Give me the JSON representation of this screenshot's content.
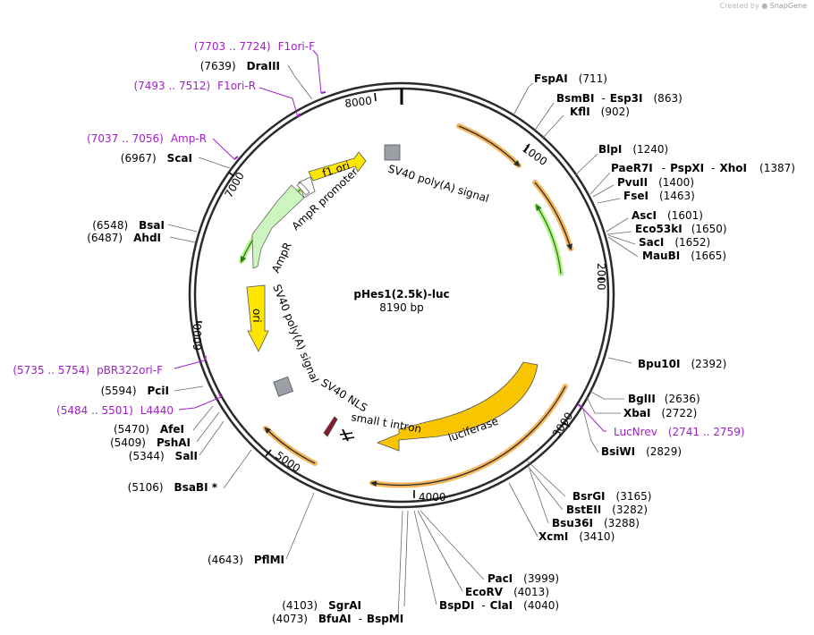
{
  "watermark": {
    "prefix": "Created by",
    "brand": "SnapGene"
  },
  "plasmid": {
    "name": "pHes1(2.5k)-luc",
    "size_label": "8190 bp"
  },
  "scale": [
    {
      "text": "1000"
    },
    {
      "text": "2000"
    },
    {
      "text": "3000"
    },
    {
      "text": "4000"
    },
    {
      "text": "5000"
    },
    {
      "text": "6000"
    },
    {
      "text": "7000"
    },
    {
      "text": "8000"
    }
  ],
  "features": [
    {
      "text": "f1 ori"
    },
    {
      "text": "AmpR promoter"
    },
    {
      "text": "AmpR"
    },
    {
      "text": "ori"
    },
    {
      "text": "SV40 poly(A) signal"
    },
    {
      "text": "SV40 poly(A) signal"
    },
    {
      "text": "SV40 NLS"
    },
    {
      "text": "small t intron"
    },
    {
      "text": "luciferase"
    }
  ],
  "site_labels": [
    {
      "name": "FspAI",
      "pos": "(711)"
    },
    {
      "name": "BsmBI",
      "sep": "-",
      "name2": "Esp3I",
      "pos": "(863)"
    },
    {
      "name": "KflI",
      "pos": "(902)"
    },
    {
      "name": "BlpI",
      "pos": "(1240)"
    },
    {
      "name": "PaeR7I",
      "sep": "-",
      "name2": "PspXI",
      "sep2": "-",
      "name3": "XhoI",
      "pos": "(1387)"
    },
    {
      "name": "PvuII",
      "pos": "(1400)"
    },
    {
      "name": "FseI",
      "pos": "(1463)"
    },
    {
      "name": "AscI",
      "pos": "(1601)"
    },
    {
      "name": "Eco53kI",
      "pos": "(1650)"
    },
    {
      "name": "SacI",
      "pos": "(1652)"
    },
    {
      "name": "MauBI",
      "pos": "(1665)"
    },
    {
      "name": "Bpu10I",
      "pos": "(2392)"
    },
    {
      "name": "BglII",
      "pos": "(2636)"
    },
    {
      "name": "XbaI",
      "pos": "(2722)"
    },
    {
      "name": "BsiWI",
      "pos": "(2829)"
    },
    {
      "name": "BsrGI",
      "pos": "(3165)"
    },
    {
      "name": "BstEII",
      "pos": "(3282)"
    },
    {
      "name": "Bsu36I",
      "pos": "(3288)"
    },
    {
      "name": "XcmI",
      "pos": "(3410)"
    },
    {
      "name": "PacI",
      "pos": "(3999)"
    },
    {
      "name": "EcoRV",
      "pos": "(4013)"
    },
    {
      "name": "BspDI",
      "sep": "-",
      "name2": "ClaI",
      "pos": "(4040)"
    },
    {
      "name": "SgrAI",
      "pos": "(4103)"
    },
    {
      "name": "BfuAI",
      "sep": "-",
      "name2": "BspMI",
      "pos": "(4073)"
    },
    {
      "name": "PflMI",
      "pos": "(4643)"
    },
    {
      "name": "BsaBI *",
      "pos": "(5106)"
    },
    {
      "name": "SalI",
      "pos": "(5344)"
    },
    {
      "name": "PshAI",
      "pos": "(5409)"
    },
    {
      "name": "AfeI",
      "pos": "(5470)"
    },
    {
      "name": "PciI",
      "pos": "(5594)"
    },
    {
      "name": "AhdI",
      "pos": "(6487)"
    },
    {
      "name": "BsaI",
      "pos": "(6548)"
    },
    {
      "name": "ScaI",
      "pos": "(6967)"
    },
    {
      "name": "DraIII",
      "pos": "(7639)"
    }
  ],
  "primer_labels": [
    {
      "range": "(7703 .. 7724)",
      "name": "F1ori-F"
    },
    {
      "range": "(7493 .. 7512)",
      "name": "F1ori-R"
    },
    {
      "range": "(7037 .. 7056)",
      "name": "Amp-R"
    },
    {
      "range": "(5735 .. 5754)",
      "name": "pBR322ori-F"
    },
    {
      "range": "(5484 .. 5501)",
      "name": "L4440"
    },
    {
      "name": "LucNrev",
      "range": "(2741 .. 2759)"
    }
  ],
  "colors": {
    "backbone": "#2b2b2b",
    "feature_yellow": "#ffe600",
    "feature_gold": "#f9c400",
    "feature_green": "#ccf5c0",
    "feature_gray": "#9aa0a6",
    "orf_orange": "#f5b55a",
    "orf_green": "#b8f28a",
    "primer": "#a020c8"
  }
}
